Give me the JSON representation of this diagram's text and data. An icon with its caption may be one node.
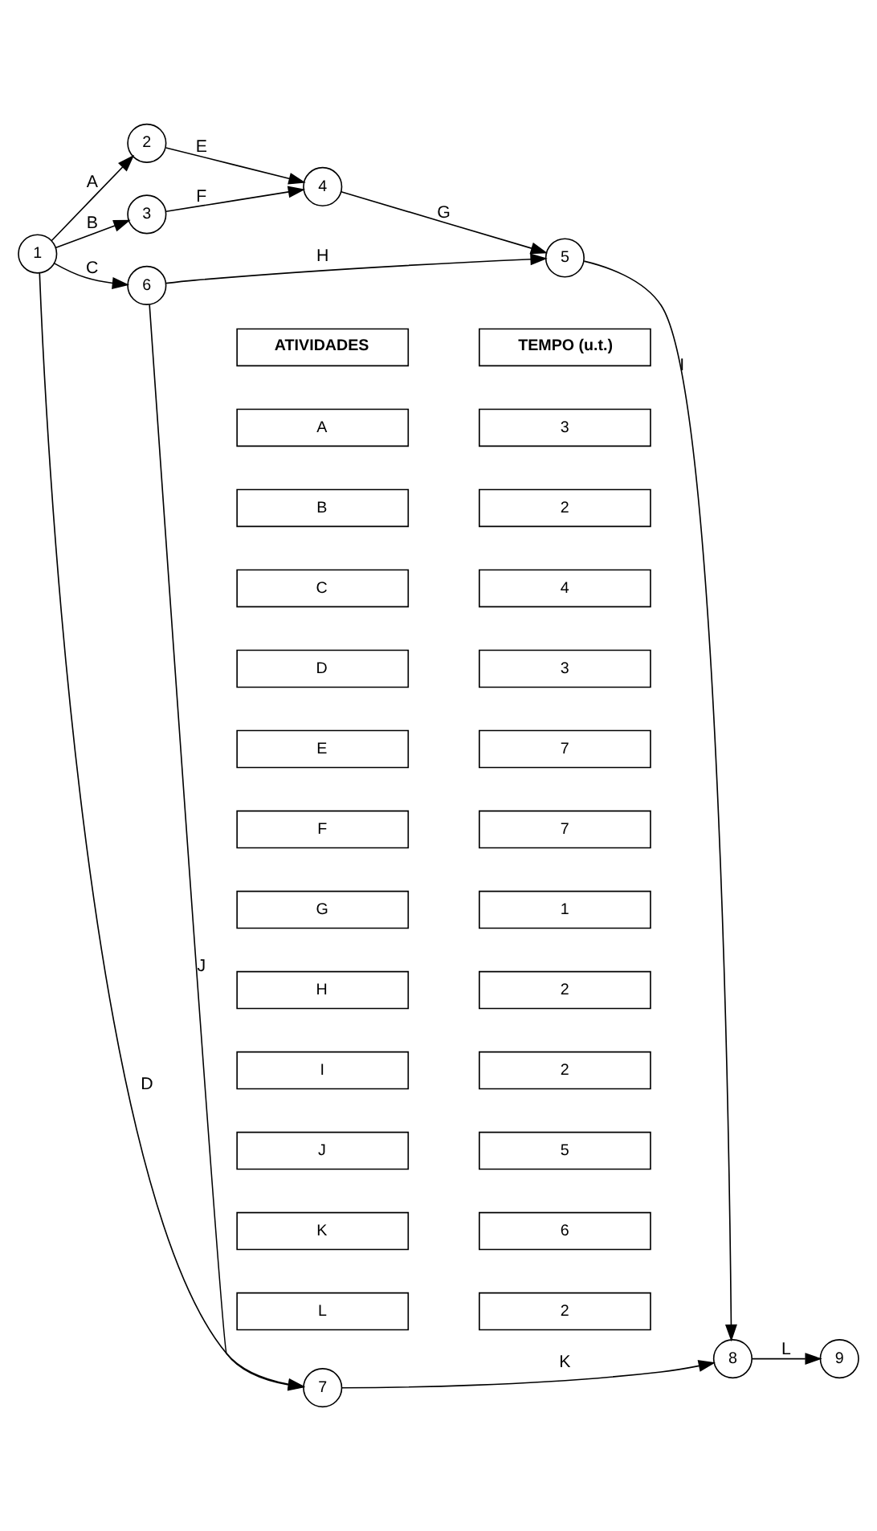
{
  "diagram": {
    "nodes": [
      {
        "text": [
          "1"
        ]
      },
      {
        "text": [
          "2"
        ]
      },
      {
        "text": [
          "3"
        ]
      },
      {
        "text": [
          "4"
        ]
      },
      {
        "text": [
          "5"
        ]
      },
      {
        "text": [
          "6"
        ]
      },
      {
        "text": [
          "7"
        ]
      },
      {
        "text": [
          "8"
        ]
      },
      {
        "text": [
          "9"
        ]
      }
    ],
    "edges": [
      {
        "from": 0,
        "to": 1,
        "arrow": "to",
        "label": "A"
      },
      {
        "from": 0,
        "to": 2,
        "arrow": "to",
        "label": "B"
      },
      {
        "from": 0,
        "to": 5,
        "arrow": "to",
        "label": "C"
      },
      {
        "from": 0,
        "to": 6,
        "arrow": "to",
        "label": "D"
      },
      {
        "from": 1,
        "to": 3,
        "arrow": "to",
        "label": "E"
      },
      {
        "from": 2,
        "to": 3,
        "arrow": "to",
        "label": "F"
      },
      {
        "from": 3,
        "to": 4,
        "arrow": "to",
        "label": "G"
      },
      {
        "from": 5,
        "to": 4,
        "arrow": "to",
        "label": "H"
      },
      {
        "from": 4,
        "to": 7,
        "arrow": "to",
        "label": "I"
      },
      {
        "from": 5,
        "to": 6,
        "arrow": "to",
        "label": "J"
      },
      {
        "from": 6,
        "to": 7,
        "arrow": "to",
        "label": "K"
      },
      {
        "from": 7,
        "to": 8,
        "arrow": "to",
        "label": "L"
      }
    ],
    "labels": [
      "ATIVIDADES",
      "TEMPO (u.t.)",
      "A",
      "3",
      "B",
      "2",
      "C",
      "4",
      "D",
      "3",
      "E",
      "7",
      "F",
      "7",
      "G",
      "1",
      "H",
      "2",
      "I",
      "2",
      "J",
      "5",
      "K",
      "6",
      "L",
      "2"
    ]
  }
}
